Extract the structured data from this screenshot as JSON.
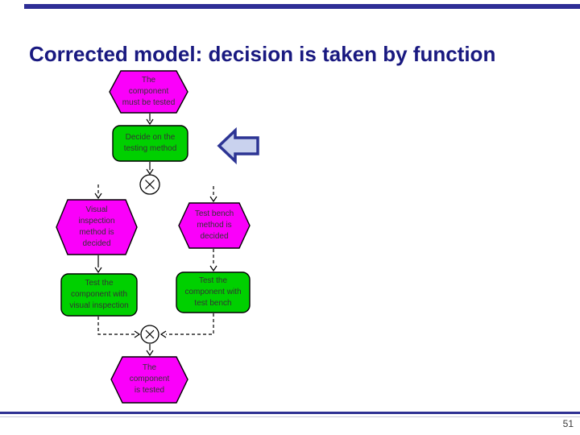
{
  "slide": {
    "title": "Corrected model: decision is taken by function",
    "page_number": "51"
  },
  "colors": {
    "title_text": "#191980",
    "top_rule": "#2e2e96",
    "bottom_rule": "#2f3193",
    "bottom_rule_thin": "#c8c8da",
    "page_number_text": "#3a3a3a",
    "event_fill": "#fa00fa",
    "function_fill": "#00d000",
    "xor_fill": "#ffffff",
    "line_color": "#000000",
    "arrow_fill": "#c9d2ee",
    "arrow_border": "#2c3494",
    "shape_text": "#333333"
  },
  "diagram": {
    "events": {
      "component_must_be_tested": "The\ncomponent\nmust be tested",
      "visual_inspection_decided": "Visual\ninspection\nmethod is\ndecided",
      "test_bench_decided": "Test bench\nmethod is\ndecided",
      "component_tested": "The\ncomponent\nis tested"
    },
    "functions": {
      "decide_testing_method": "Decide on the\ntesting method",
      "test_visual_inspection": "Test the\ncomponent with\nvisual inspection",
      "test_bench": "Test the\ncomponent with\ntest bench"
    },
    "connectors": [
      {
        "type": "xor",
        "icon": "xor-icon",
        "symbol": "×"
      },
      {
        "type": "xor",
        "icon": "xor-icon",
        "symbol": "×"
      }
    ],
    "pointer": {
      "icon": "left-block-arrow-icon"
    }
  }
}
